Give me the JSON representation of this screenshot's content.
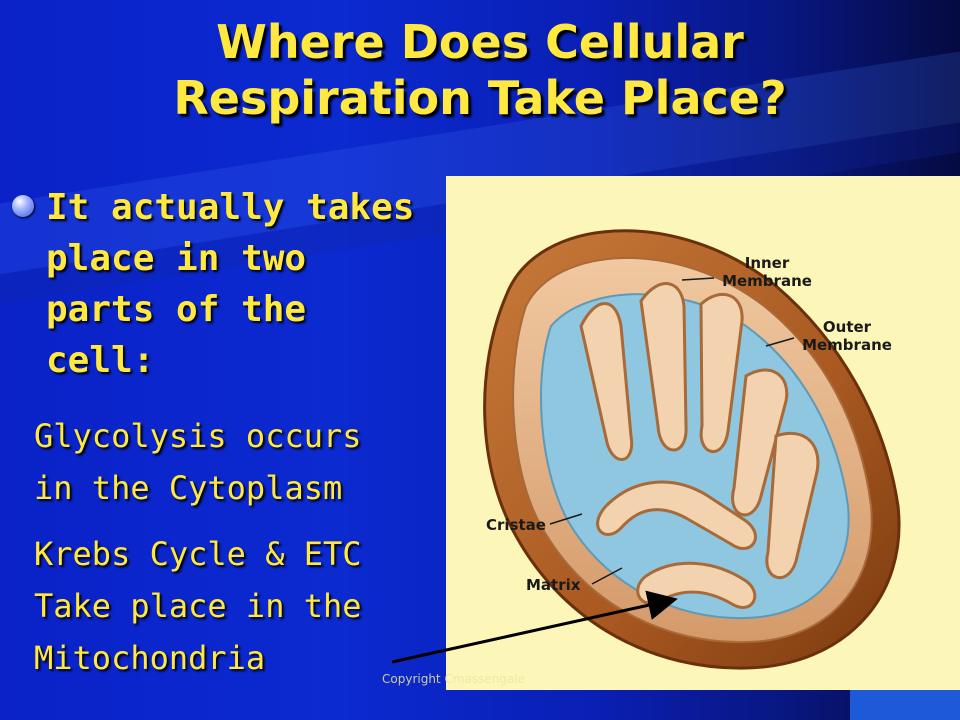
{
  "slide": {
    "title_line1": "Where Does Cellular",
    "title_line2": "Respiration Take Place?",
    "bullet_text": "It actually takes place in two parts of the cell:",
    "sub1": "Glycolysis occurs in the Cytoplasm",
    "sub2": "Krebs Cycle & ETC Take place in the Mitochondria",
    "copyright": "Copyright Cmassengale"
  },
  "diagram": {
    "labels": {
      "inner_line1": "Inner",
      "inner_line2": "Membrane",
      "outer_line1": "Outer",
      "outer_line2": "Membrane",
      "cristae": "Cristae",
      "matrix": "Matrix"
    }
  },
  "colors": {
    "title_text": "#ffe840",
    "panel_bg": "#fcf7b8",
    "outer_membrane": "#b8662a",
    "matrix": "#8fc6e0",
    "inner_membrane": "#e6b68c"
  },
  "icons": [
    "bullet-dot-icon",
    "arrow-icon"
  ]
}
